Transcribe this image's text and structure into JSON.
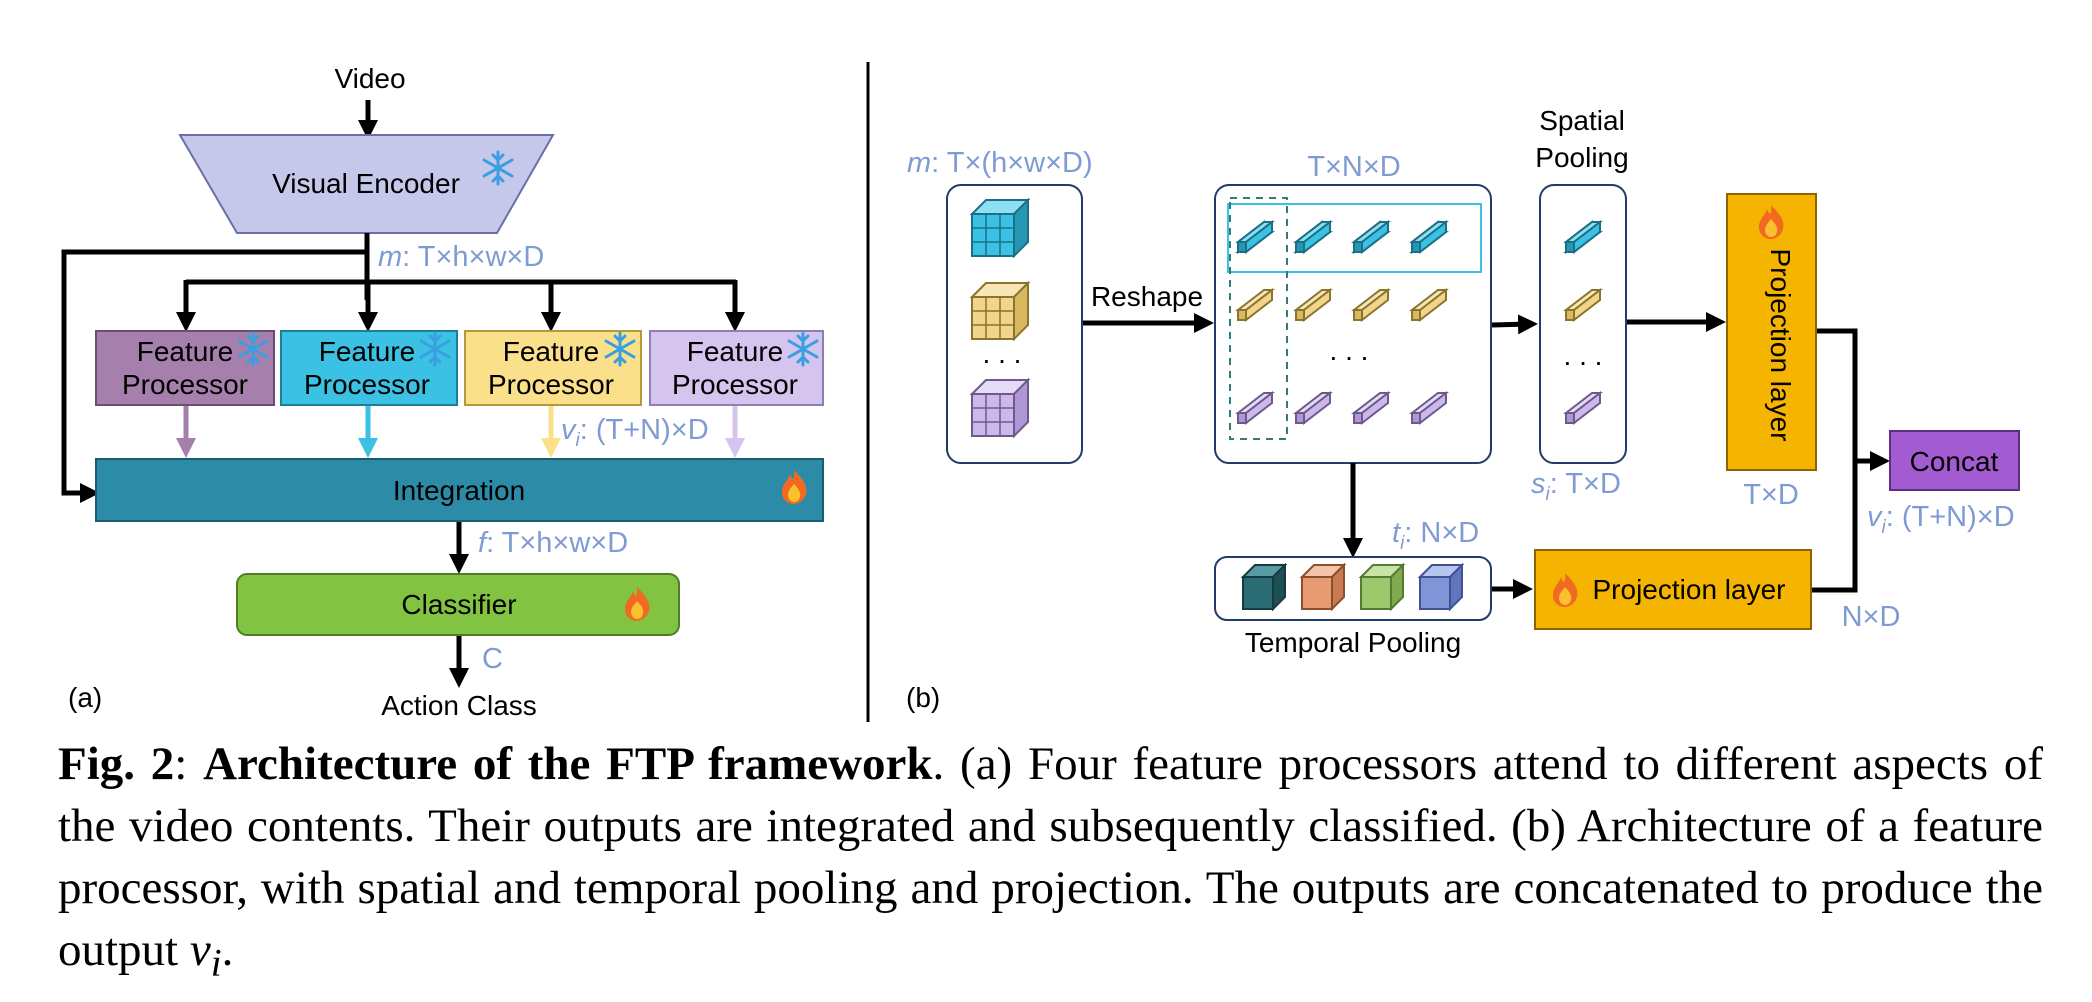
{
  "panel_a": {
    "input_label": "Video",
    "encoder_label": "Visual Encoder",
    "m_var": "m",
    "m_shape": ": T×h×w×D",
    "processor_line1": "Feature",
    "processor_line2": "Processor",
    "vi_var": "v",
    "vi_sub": "i",
    "vi_shape": ": (T+N)×D",
    "integration_label": "Integration",
    "f_var": "f",
    "f_shape": ": T×h×w×D",
    "classifier_label": "Classifier",
    "c_label": "C",
    "output_label": "Action Class",
    "panel_tag": "(a)",
    "colors": {
      "encoder": "#c5c8ea",
      "processor_1": "#a680ad",
      "processor_2": "#3bc1e3",
      "processor_3": "#fbe08c",
      "processor_4": "#d4c4ee",
      "integration": "#2c8ca8",
      "classifier": "#82c341",
      "annotation": "#7f9bd4"
    }
  },
  "panel_b": {
    "m_var": "m",
    "m_shape": ": T×(h×w×D)",
    "reshape_label": "Reshape",
    "grid_shape": "T×N×D",
    "spatial_pooling_line1": "Spatial",
    "spatial_pooling_line2": "Pooling",
    "si_var": "s",
    "si_sub": "i",
    "si_shape": ": T×D",
    "ti_var": "t",
    "ti_sub": "i",
    "ti_shape": ": N×D",
    "temporal_pooling_label": "Temporal Pooling",
    "projection_label": "Projection layer",
    "proj_top_dim": "T×D",
    "proj_bottom_dim": "N×D",
    "concat_label": "Concat",
    "vi_var": "v",
    "vi_sub": "i",
    "vi_shape": ": (T+N)×D",
    "ellipsis": ". . .",
    "panel_tag": "(b)",
    "colors": {
      "projection": "#f4b400",
      "concat": "#a25bd0",
      "cube_cyan": "#3bc1e3",
      "cube_yellow": "#f2d58a",
      "cube_purple": "#cdb8ea",
      "temporal_1": "#2b6b73",
      "temporal_2": "#e89b72",
      "temporal_3": "#9cc86d",
      "temporal_4": "#7f95d8"
    }
  },
  "caption": {
    "fig_label": "Fig. 2",
    "colon": ": ",
    "title": "Architecture of the FTP framework",
    "text_1": ". (a) Four feature processors attend to different aspects of the video contents. Their outputs are integrated and subsequently classified. (b) Architecture of a feature processor, with spatial and temporal pooling and projection. The outputs are concatenated to produce the output ",
    "v_var": "v",
    "v_sub": "i",
    "end": "."
  }
}
